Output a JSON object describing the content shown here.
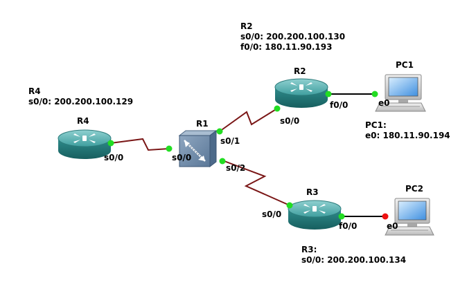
{
  "nodes": {
    "R1": {
      "name": "R1",
      "type": "switch"
    },
    "R2": {
      "name": "R2",
      "type": "router"
    },
    "R3": {
      "name": "R3",
      "type": "router"
    },
    "R4": {
      "name": "R4",
      "type": "router"
    },
    "PC1": {
      "name": "PC1",
      "type": "pc"
    },
    "PC2": {
      "name": "PC2",
      "type": "pc"
    }
  },
  "interfaces": {
    "r4_s0_0": "s0/0",
    "r1_s0_0": "s0/0",
    "r1_s0_1": "s0/1",
    "r1_s0_2": "s0/2",
    "r2_s0_0": "s0/0",
    "r2_f0_0": "f0/0",
    "pc1_e0": "e0",
    "r3_s0_0": "s0/0",
    "r3_f0_0": "f0/0",
    "pc2_e0": "e0"
  },
  "notes": {
    "r4": [
      "R4",
      "s0/0: 200.200.100.129"
    ],
    "r2": [
      "R2",
      "s0/0: 200.200.100.130",
      "f0/0: 180.11.90.193"
    ],
    "pc1": [
      "PC1:",
      "e0: 180.11.90.194"
    ],
    "r3": [
      "R3:",
      "s0/0: 200.200.100.134"
    ]
  },
  "links": [
    {
      "from": "R4",
      "to": "R1",
      "kind": "serial"
    },
    {
      "from": "R1",
      "to": "R2",
      "kind": "serial"
    },
    {
      "from": "R1",
      "to": "R3",
      "kind": "serial"
    },
    {
      "from": "R2",
      "to": "PC1",
      "kind": "ethernet"
    },
    {
      "from": "R3",
      "to": "PC2",
      "kind": "ethernet"
    }
  ],
  "colors": {
    "serial_link": "#7a1616",
    "ethernet_link": "#000000",
    "port_up": "#22dd22",
    "port_down": "#ee1111",
    "router_body": "#2e8a8a",
    "switch_body": "#6a87a6"
  },
  "ports": {
    "r4_s0_0": "up",
    "r1_s0_0": "up",
    "r1_s0_1": "up",
    "r1_s0_2": "up",
    "r2_s0_0": "up",
    "r2_f0_0": "up",
    "pc1_e0": "up",
    "r3_s0_0": "up",
    "r3_f0_0": "up",
    "pc2_e0": "down"
  }
}
